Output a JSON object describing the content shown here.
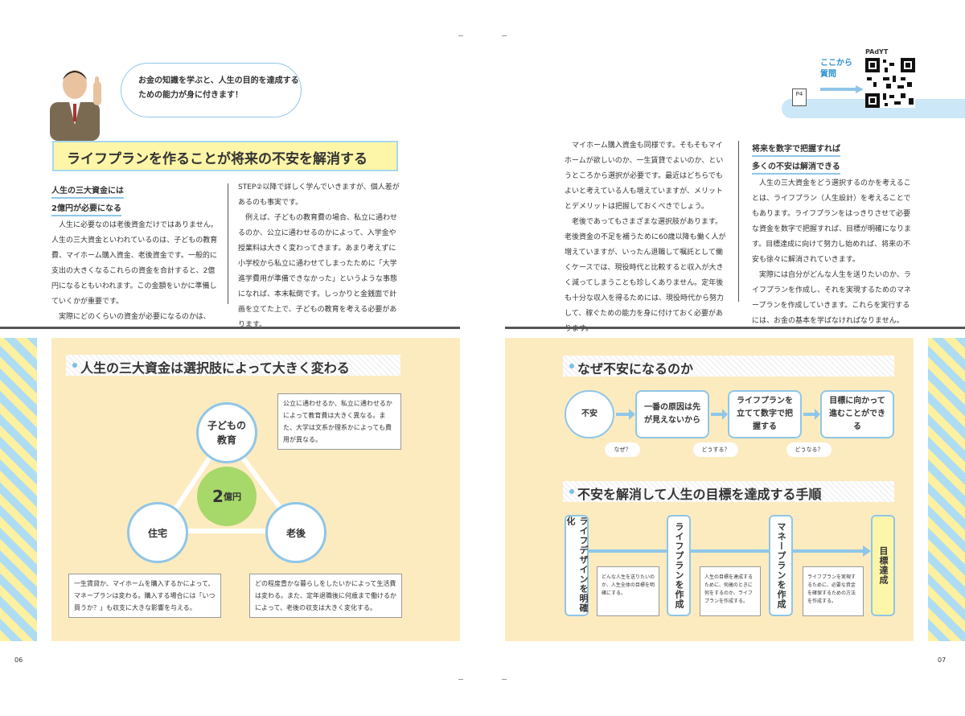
{
  "left": {
    "speech": "お金の知識を学ぶと、人生の目的を達成するための能力が身に付きます！",
    "title": "ライフプランを作ることが将来の不安を解消する",
    "col1": {
      "heading_line1": "人生の三大資金には",
      "heading_line2": "2億円が必要になる",
      "paragraphs": [
        "人生に必要なのは老後資金だけではありません。人生の三大資金といわれているのは、子どもの教育費、マイホーム購入資金、老後資金です。一般的に支出の大きくなるこれらの資金を合計すると、2億円になるともいわれます。この金額をいかに準備していくかが重要です。",
        "実際にどのくらいの資金が必要になるのかは、"
      ]
    },
    "col2": {
      "paragraphs": [
        "STEP②以降で詳しく学んでいきますが、個人差があるのも事実です。",
        "例えば、子どもの教育費の場合、私立に通わせるのか、公立に通わせるのかによって、入学金や授業料は大きく変わってきます。あまり考えずに小学校から私立に通わせてしまったために「大学進学費用が準備できなかった」というような事態になれば、本末転倒です。しっかりと金銭面で計画を立てた上で、子どもの教育を考える必要があります。"
      ]
    },
    "diagram": {
      "title": "人生の三大資金は選択肢によって大きく変わる",
      "center": "2億円",
      "center_num": "2",
      "center_unit": "億円",
      "node_education_1": "子どもの",
      "node_education_2": "教育",
      "node_housing": "住宅",
      "node_retirement": "老後",
      "note_education": "公立に通わせるか、私立に通わせるかによって教育費は大きく異なる。また、大学は文系か理系かによっても費用が異なる。",
      "note_housing": "一生賃貸か、マイホームを購入するかによって、マネープランは変わる。購入する場合には「いつ買うか？」も収支に大きな影響を与える。",
      "note_retirement": "どの程度豊かな暮らしをしたいかによって生活費は変わる。また、定年退職後に何歳まで働けるかによって、老後の収支は大きく変化する。"
    },
    "page_number": "06"
  },
  "right": {
    "qr_label": "PAdYT",
    "qr_caption_1": "ここから",
    "qr_caption_2": "質問",
    "badge": "P4",
    "col1": {
      "paragraphs": [
        "マイホーム購入資金も同様です。そもそもマイホームが欲しいのか、一生賃貸でよいのか、というところから選択が必要です。最近はどちらでもよいと考えている人も増えていますが、メリットとデメリットは把握しておくべきでしょう。",
        "老後であってもさまざまな選択肢があります。老後資金の不足を補うために60歳以降も働く人が増えていますが、いったん退職して嘱託として働くケースでは、現役時代と比較すると収入が大きく減ってしまうことも珍しくありません。定年後も十分な収入を得るためには、現役時代から努力して、稼ぐための能力を身に付けておく必要があります。"
      ]
    },
    "col2": {
      "heading_line1": "将来を数字で把握すれば",
      "heading_line2": "多くの不安は解消できる",
      "paragraphs": [
        "人生の三大資金をどう選択するのかを考えることは、ライフプラン（人生設計）を考えることでもあります。ライフプランをはっきりさせて必要な資金を数字で把握すれば、目標が明確になります。目標達成に向けて努力し始めれば、将来の不安も徐々に解消されていきます。",
        "実際には自分がどんな人生を送りたいのか、ライフプランを作成し、それを実現するためのマネープランを作成していきます。これらを実行するには、お金の基本を学ばなければなりません。"
      ]
    },
    "flow1": {
      "title": "なぜ不安になるのか",
      "boxes": [
        "不安",
        "一番の原因は先が見えないから",
        "ライフプランを立てて数字で把握する",
        "目標に向かって進むことができる"
      ],
      "questions": [
        "なぜ？",
        "どうする？",
        "どうなる？"
      ]
    },
    "flow2": {
      "title": "不安を解消して人生の目標を達成する手順",
      "steps": [
        "ライフデザインを明確化",
        "ライフプランを作成",
        "マネープランを作成",
        "目標達成"
      ],
      "notes": [
        "どんな人生を送りたいのか、人生全体の目標を明確にする。",
        "人生の目標を達成するために、何歳のときに何をするのか、ライフプランを作成する。",
        "ライフプランを実現するために、必要な資金を確保するための方法を作成する。"
      ]
    },
    "page_number": "07"
  },
  "colors": {
    "accent_blue": "#8fc6e8",
    "panel_bg": "#fdebc0",
    "title_yellow": "#fdf6a8",
    "goal_yellow": "#fdf6a8",
    "center_green": "#a7d86a"
  }
}
